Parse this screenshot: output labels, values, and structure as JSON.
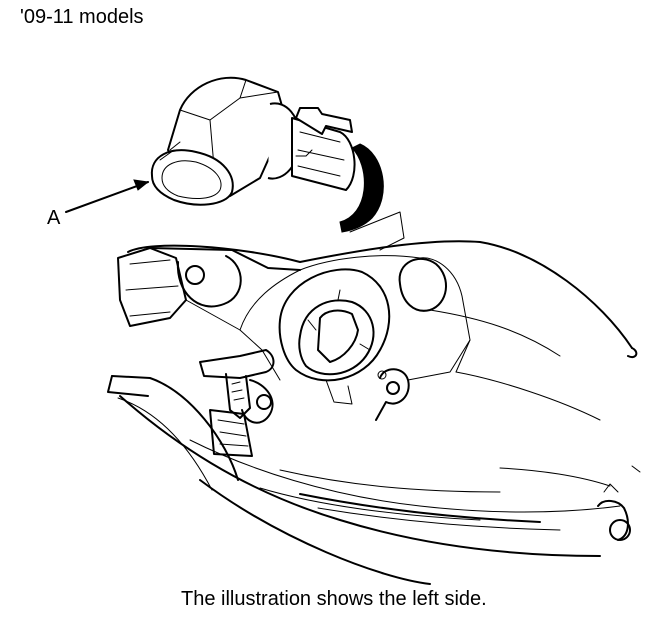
{
  "header": {
    "title": "'09-11 models"
  },
  "callouts": [
    {
      "label": "A",
      "target": "bulb-connector"
    }
  ],
  "footer": {
    "caption": "The illustration shows the left side."
  }
}
